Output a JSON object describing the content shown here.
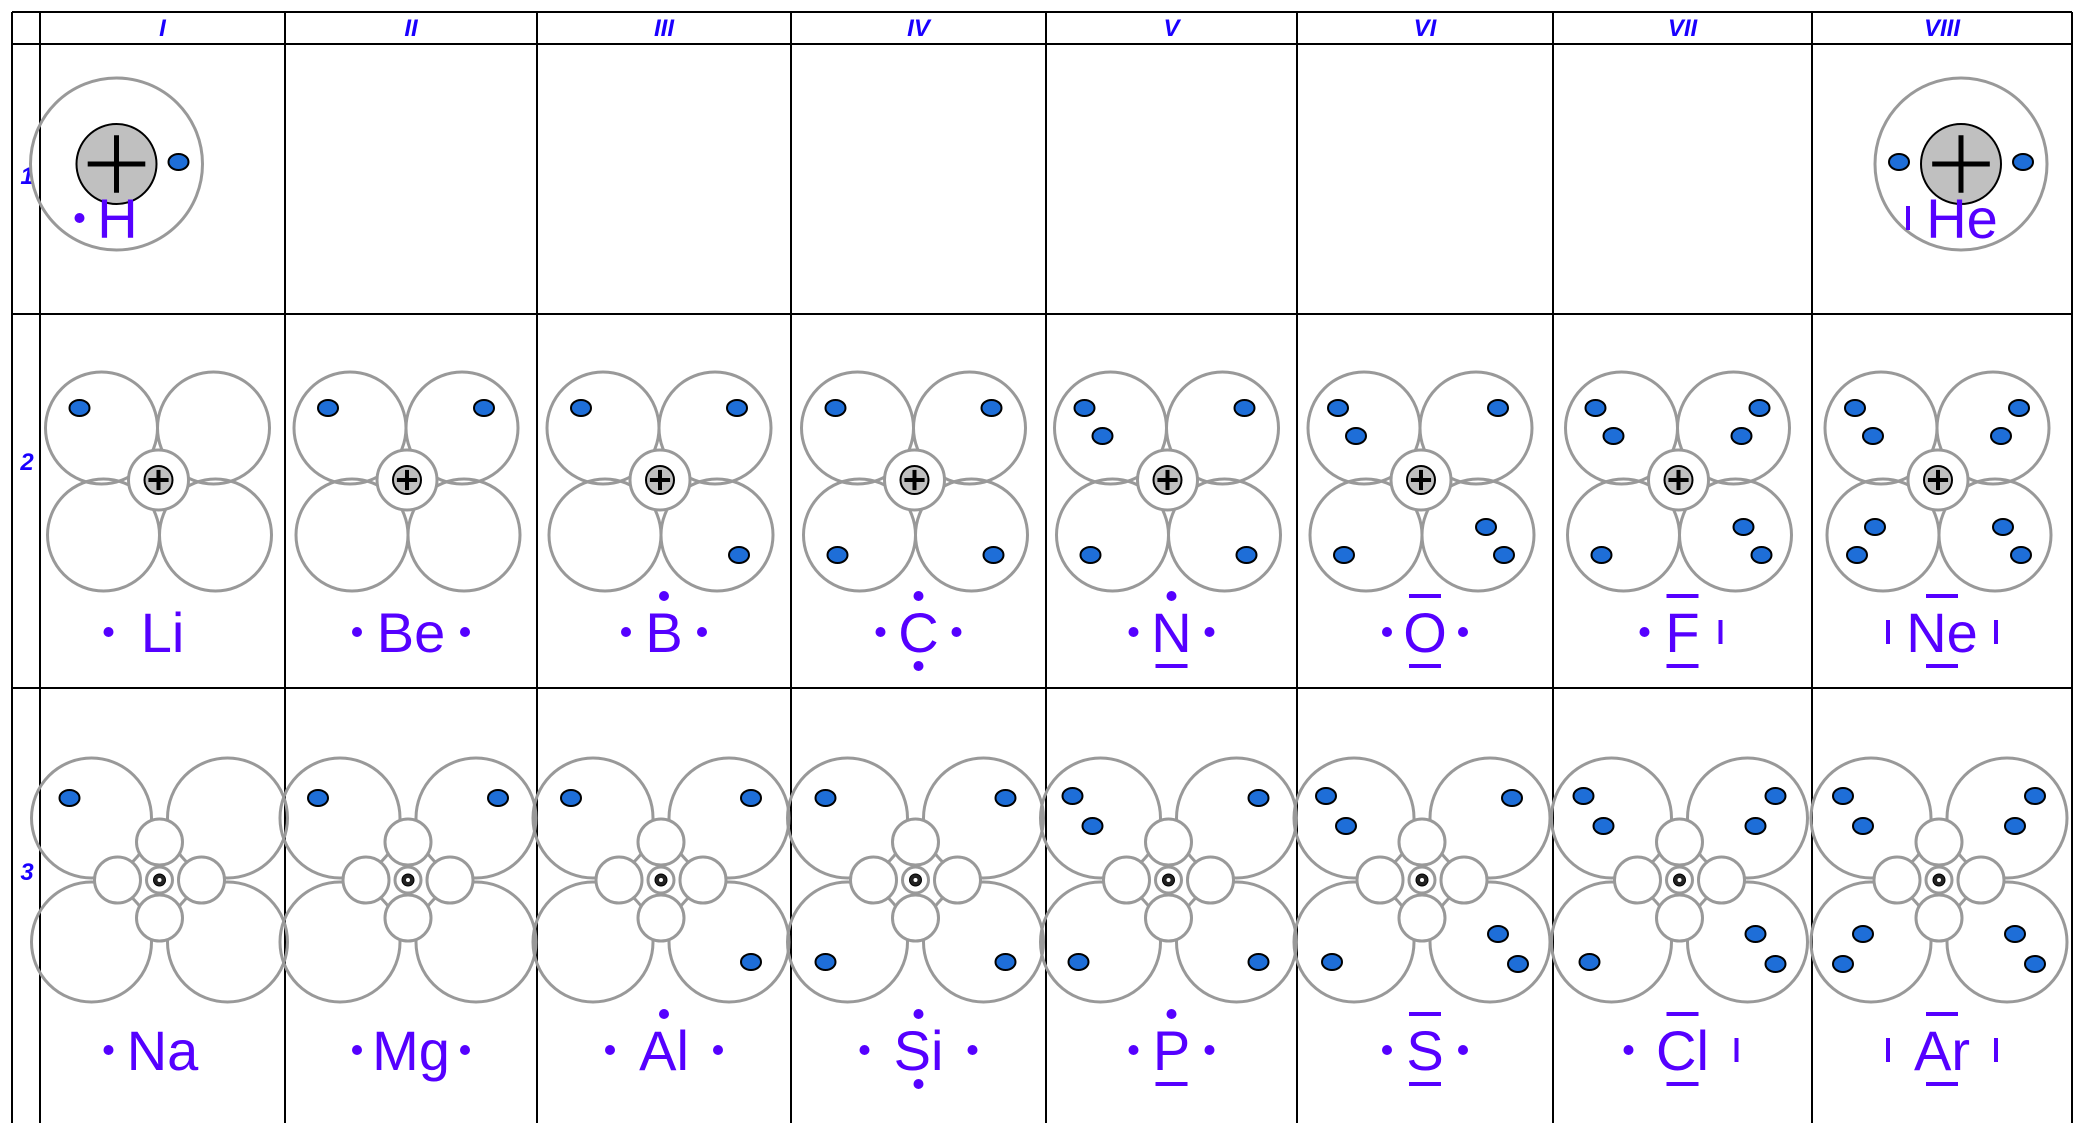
{
  "groups": [
    "I",
    "II",
    "III",
    "IV",
    "V",
    "VI",
    "VII",
    "VIII"
  ],
  "periods": [
    "1",
    "2",
    "3"
  ],
  "colors": {
    "grid": "#000000",
    "header": "#1a00ff",
    "symbol": "#5500ff",
    "electron": "#1e6ed8",
    "orbital": "#999999",
    "nucleus": "#c0c0c0"
  },
  "elements": [
    {
      "symbol": "H",
      "period": 1,
      "group": 1,
      "electrons": 1,
      "lewis": {
        "left": "dot"
      }
    },
    {
      "symbol": "He",
      "period": 1,
      "group": 8,
      "electrons": 2,
      "lewis": {
        "left": "bar"
      }
    },
    {
      "symbol": "Li",
      "period": 2,
      "group": 1,
      "electrons": [
        1,
        0,
        0,
        0
      ],
      "lewis": {
        "left": "dot"
      }
    },
    {
      "symbol": "Be",
      "period": 2,
      "group": 2,
      "electrons": [
        1,
        1,
        0,
        0
      ],
      "lewis": {
        "left": "dot",
        "right": "dot"
      }
    },
    {
      "symbol": "B",
      "period": 2,
      "group": 3,
      "electrons": [
        1,
        1,
        0,
        1
      ],
      "lewis": {
        "left": "dot",
        "right": "dot",
        "top": "dot"
      }
    },
    {
      "symbol": "C",
      "period": 2,
      "group": 4,
      "electrons": [
        1,
        1,
        1,
        1
      ],
      "lewis": {
        "left": "dot",
        "right": "dot",
        "top": "dot",
        "bottom": "dot"
      }
    },
    {
      "symbol": "N",
      "period": 2,
      "group": 5,
      "electrons": [
        2,
        1,
        1,
        1
      ],
      "lewis": {
        "left": "dot",
        "right": "dot",
        "top": "dot",
        "bottom": "bar"
      }
    },
    {
      "symbol": "O",
      "period": 2,
      "group": 6,
      "electrons": [
        2,
        1,
        1,
        2
      ],
      "lewis": {
        "left": "dot",
        "right": "dot",
        "top": "bar",
        "bottom": "bar"
      }
    },
    {
      "symbol": "F",
      "period": 2,
      "group": 7,
      "electrons": [
        2,
        2,
        1,
        2
      ],
      "lewis": {
        "left": "dot",
        "right": "bar",
        "top": "bar",
        "bottom": "bar"
      }
    },
    {
      "symbol": "Ne",
      "period": 2,
      "group": 8,
      "electrons": [
        2,
        2,
        2,
        2
      ],
      "lewis": {
        "left": "bar",
        "right": "bar",
        "top": "bar",
        "bottom": "bar"
      }
    },
    {
      "symbol": "Na",
      "period": 3,
      "group": 1,
      "electrons": [
        1,
        0,
        0,
        0
      ],
      "lewis": {
        "left": "dot"
      }
    },
    {
      "symbol": "Mg",
      "period": 3,
      "group": 2,
      "electrons": [
        1,
        1,
        0,
        0
      ],
      "lewis": {
        "left": "dot",
        "right": "dot"
      }
    },
    {
      "symbol": "Al",
      "period": 3,
      "group": 3,
      "electrons": [
        1,
        1,
        0,
        1
      ],
      "lewis": {
        "left": "dot",
        "right": "dot",
        "top": "dot"
      }
    },
    {
      "symbol": "Si",
      "period": 3,
      "group": 4,
      "electrons": [
        1,
        1,
        1,
        1
      ],
      "lewis": {
        "left": "dot",
        "right": "dot",
        "top": "dot",
        "bottom": "dot"
      }
    },
    {
      "symbol": "P",
      "period": 3,
      "group": 5,
      "electrons": [
        2,
        1,
        1,
        1
      ],
      "lewis": {
        "left": "dot",
        "right": "dot",
        "top": "dot",
        "bottom": "bar"
      }
    },
    {
      "symbol": "S",
      "period": 3,
      "group": 6,
      "electrons": [
        2,
        1,
        1,
        2
      ],
      "lewis": {
        "left": "dot",
        "right": "dot",
        "top": "bar",
        "bottom": "bar"
      }
    },
    {
      "symbol": "Cl",
      "period": 3,
      "group": 7,
      "electrons": [
        2,
        2,
        1,
        2
      ],
      "lewis": {
        "left": "dot",
        "right": "bar",
        "top": "bar",
        "bottom": "bar"
      }
    },
    {
      "symbol": "Ar",
      "period": 3,
      "group": 8,
      "electrons": [
        2,
        2,
        2,
        2
      ],
      "lewis": {
        "left": "bar",
        "right": "bar",
        "top": "bar",
        "bottom": "bar"
      }
    }
  ]
}
